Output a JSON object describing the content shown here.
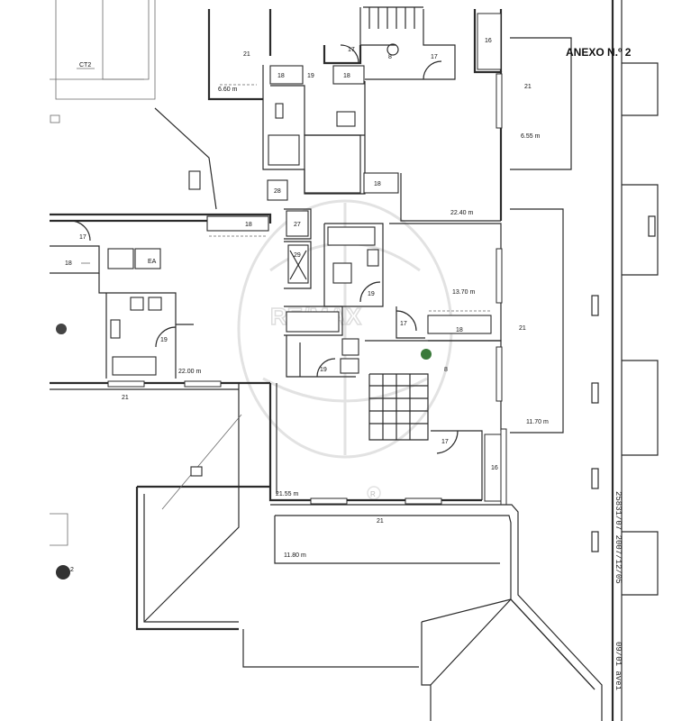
{
  "annex_title": "ANEXO N.º 2",
  "watermark": {
    "brand": "RE/MAX",
    "registered": "R"
  },
  "side_stamp": "25831/07 2007/12/05",
  "bottom_stamp": "09/01 avei",
  "top_left_code": "CT2",
  "bottom_left_mark": "2",
  "room_codes": {
    "c21_top_left": "21",
    "c16_top_right": "16",
    "c17_top_a": "17",
    "c8_top": "8",
    "c17_top_b": "17",
    "c18_top_a": "18",
    "c19_top": "19",
    "c18_top_b": "18",
    "c21_right_top": "21",
    "c28": "28",
    "c18_mid_top": "18",
    "c27": "27",
    "c18_left_top": "18",
    "c17_left": "17",
    "c18_left": "18",
    "c29": "29",
    "c19_mid": "19",
    "c17_mid": "17",
    "c18_mid": "18",
    "c21_right_mid": "21",
    "c19_left": "19",
    "c21_left_bottom": "21",
    "c19_center": "19",
    "c8_center": "8",
    "c17_center": "17",
    "c16_center": "16",
    "c21_bottom": "21",
    "ea": "EA"
  },
  "dimensions": {
    "d660": "6.60 m",
    "d655": "6.55 m",
    "d2240": "22.40 m",
    "d1370": "13.70 m",
    "d2200": "22.00 m",
    "d1170": "11.70 m",
    "d2155": "21.55 m",
    "d1180": "11.80 m"
  },
  "colors": {
    "line": "#2b2b2b",
    "marker": "#3a7a3a"
  }
}
